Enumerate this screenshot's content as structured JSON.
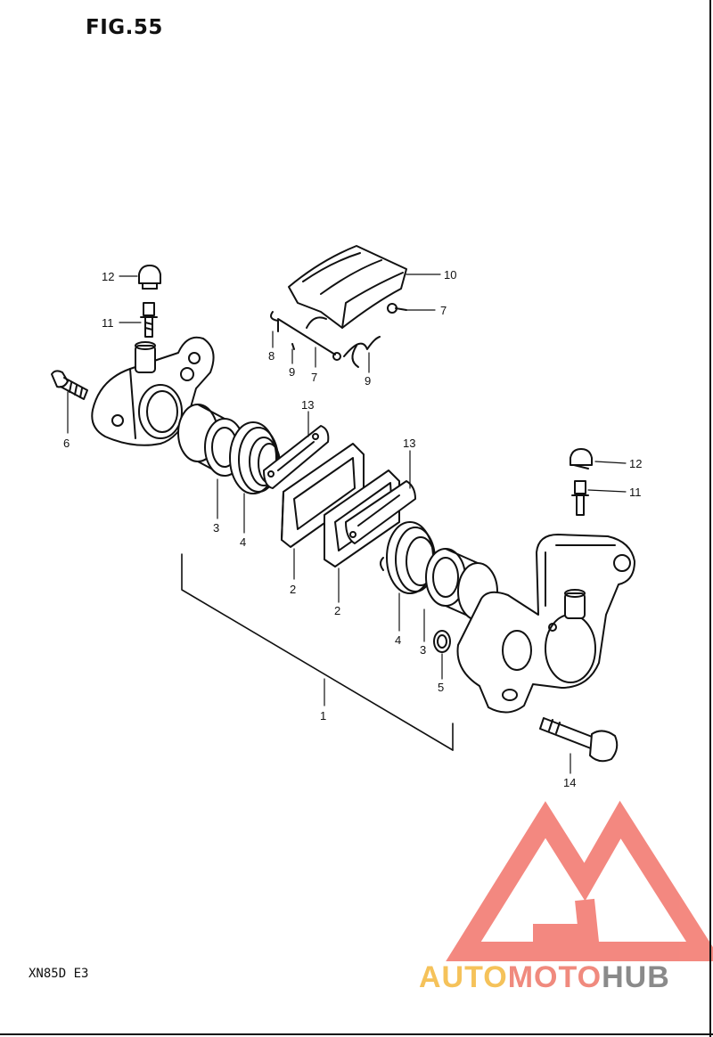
{
  "figure": {
    "title": "FIG.55",
    "model_code": "XN85D E3"
  },
  "watermark": {
    "part1": "AUTO",
    "part2": "MOTO",
    "part3": "HUB",
    "colors": {
      "triangle": "#f2746a",
      "auto": "#f5c25a",
      "moto": "#f08a7e",
      "hub": "#8a8a8a"
    }
  },
  "callouts": [
    {
      "id": "c12a",
      "label": "12"
    },
    {
      "id": "c11a",
      "label": "11"
    },
    {
      "id": "c6",
      "label": "6"
    },
    {
      "id": "c10",
      "label": "10"
    },
    {
      "id": "c7a",
      "label": "7"
    },
    {
      "id": "c8",
      "label": "8"
    },
    {
      "id": "c9a",
      "label": "9"
    },
    {
      "id": "c7b",
      "label": "7"
    },
    {
      "id": "c9b",
      "label": "9"
    },
    {
      "id": "c13a",
      "label": "13"
    },
    {
      "id": "c13b",
      "label": "13"
    },
    {
      "id": "c3a",
      "label": "3"
    },
    {
      "id": "c4a",
      "label": "4"
    },
    {
      "id": "c2a",
      "label": "2"
    },
    {
      "id": "c2b",
      "label": "2"
    },
    {
      "id": "c4b",
      "label": "4"
    },
    {
      "id": "c3b",
      "label": "3"
    },
    {
      "id": "c5",
      "label": "5"
    },
    {
      "id": "c12b",
      "label": "12"
    },
    {
      "id": "c11b",
      "label": "11"
    },
    {
      "id": "c1",
      "label": "1"
    },
    {
      "id": "c14",
      "label": "14"
    }
  ]
}
